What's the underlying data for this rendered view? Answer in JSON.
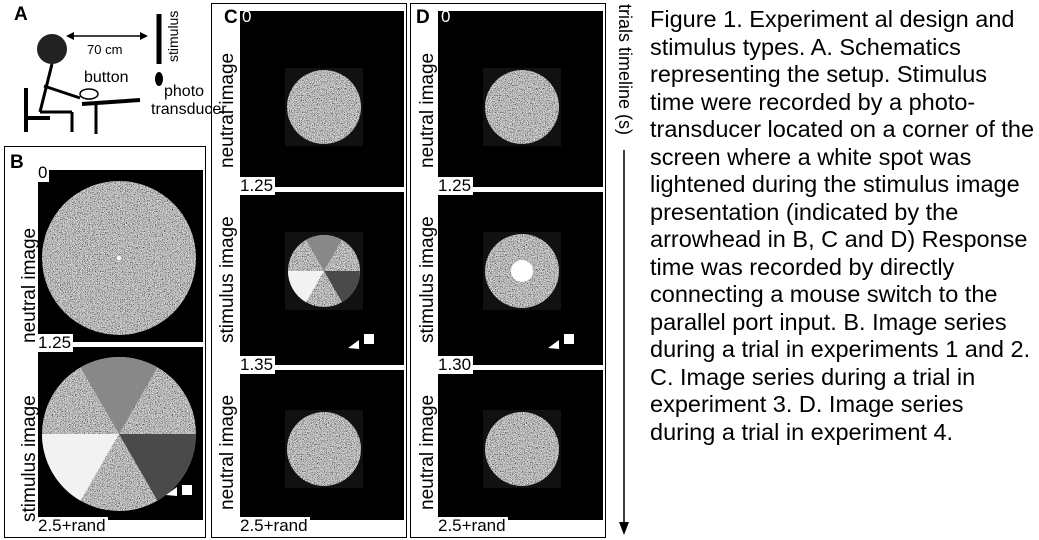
{
  "panel_a": {
    "letter": "A",
    "distance": "70 cm",
    "stimulus": "stimulus",
    "button": "button",
    "photo": "photo",
    "transducer": "transducer"
  },
  "panel_b": {
    "letter": "B",
    "t0": "0",
    "t1": "1.25",
    "t2": "2.5+rand",
    "label_neutral": "neutral image",
    "label_stimulus": "stimulus image"
  },
  "panel_c": {
    "letter": "C",
    "t0": "0",
    "t1": "1.25",
    "t2": "1.35",
    "t3": "2.5+rand",
    "label_top": "neutral image",
    "label_mid": "stimulus image",
    "label_bot": "neutral image"
  },
  "panel_d": {
    "letter": "D",
    "t0": "0",
    "t1": "1.25",
    "t2": "1.30",
    "t3": "2.5+rand",
    "label_top": "neutral image",
    "label_mid": "stimulus image",
    "label_bot": "neutral image"
  },
  "timeline_label": "trials timeline (s)",
  "caption": "Figure 1. Experiment al design and stimulus types. A. Schematics representing the setup. Stimulus time were recorded by a photo-transducer located on a corner of the screen where a white spot was lightened during the stimulus image presentation (indicated by the arrowhead in B, C and D) Response time was recorded by directly connecting a mouse switch to the parallel port input. B. Image series during a trial in experiments 1 and 2. C. Image series during a trial in experiment 3. D. Image series during a trial in experiment 4."
}
